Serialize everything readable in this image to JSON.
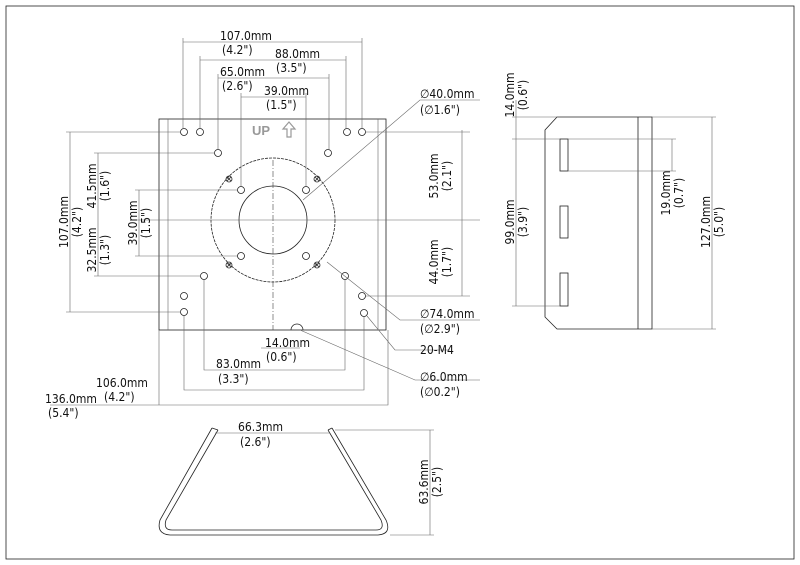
{
  "top_view": {
    "up_label": "UP",
    "dims": {
      "w107": [
        "107.0mm",
        "(4.2\")"
      ],
      "w88": [
        "88.0mm",
        "(3.5\")"
      ],
      "w65": [
        "65.0mm",
        "(2.6\")"
      ],
      "w39": [
        "39.0mm",
        "(1.5\")"
      ],
      "h107": [
        "107.0mm",
        "(4.2\")"
      ],
      "h41": [
        "41.5mm",
        "(1.6\")"
      ],
      "h32": [
        "32.5mm",
        "(1.3\")"
      ],
      "h39": [
        "39.0mm",
        "(1.5\")"
      ],
      "h53": [
        "53.0mm",
        "(2.1\")"
      ],
      "h44": [
        "44.0mm",
        "(1.7\")"
      ],
      "d40": [
        "∅40.0mm",
        "(∅1.6\")"
      ],
      "d74": [
        "∅74.0mm",
        "(∅2.9\")"
      ],
      "m4": "20-M4",
      "d6": [
        "∅6.0mm",
        "(∅0.2\")"
      ],
      "w14": [
        "14.0mm",
        "(0.6\")"
      ],
      "w83": [
        "83.0mm",
        "(3.3\")"
      ],
      "w106": [
        "106.0mm",
        "(4.2\")"
      ],
      "w136": [
        "136.0mm",
        "(5.4\")"
      ]
    }
  },
  "side_view": {
    "dims": {
      "h14": [
        "14.0mm",
        "(0.6\")"
      ],
      "h99": [
        "99.0mm",
        "(3.9\")"
      ],
      "h19": [
        "19.0mm",
        "(0.7\")"
      ],
      "h127": [
        "127.0mm",
        "(5.0\")"
      ]
    }
  },
  "bottom_view": {
    "dims": {
      "w66": [
        "66.3mm",
        "(2.6\")"
      ],
      "h63": [
        "63.6mm",
        "(2.5\")"
      ]
    }
  }
}
